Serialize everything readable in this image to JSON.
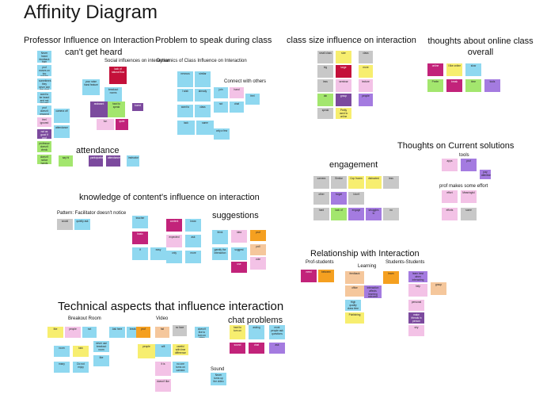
{
  "title": "Affinity  Diagram",
  "headings": {
    "prof_influence": "Professor Influence on Interaction",
    "cant_get_heard": "can't get heard",
    "social_influences": "Social influences on interaction",
    "attendance": "attendance",
    "problem_speak": "Problem to speak during class",
    "dynamics": "Dynamics of Class Influence on Interaction",
    "connect_others": "Connect with others",
    "class_size": "class size influence on interaction",
    "thoughts_online": "thoughts about online class overall",
    "thoughts_current": "Thoughts on Current solutions",
    "tools": "tools",
    "prof_effort": "prof makes some effort",
    "engagement": "engagement",
    "knowledge": "knowledge of content's influence on interaction",
    "pattern": "Pattern: Facilitator doesn't notice",
    "suggestions": "suggestions",
    "relationship": "Relationship with Interaction",
    "prof_students": "Prof-students",
    "learning": "Learning",
    "students_students": "Students-Students",
    "technical": "Technical aspects that influence interaction",
    "breakout": "Breakout Room",
    "video": "Video",
    "chat": "chat problems",
    "sound": "Sound"
  },
  "colors": {
    "yellow": "#f7ee6f",
    "blue": "#8fd8f0",
    "purple": "#7c4a9e",
    "magenta": "#c2237a",
    "red": "#c4103a",
    "violet": "#a47be0",
    "pink": "#f3c2e6",
    "green": "#a3e66e",
    "orange": "#f5a020",
    "gray": "#c8c8c8",
    "peach": "#f5c79c"
  },
  "notes": [
    {
      "c": "blue",
      "t": "Never heard feedback from professors"
    },
    {
      "c": "blue",
      "t": "prof moves on too quickly"
    },
    {
      "c": "blue",
      "t": "sometimes they never see the chat"
    },
    {
      "c": "blue",
      "t": "want to be heard and not ignored"
    },
    {
      "c": "blue",
      "t": "prof doesn't respond"
    },
    {
      "c": "pink",
      "t": "feel ignored"
    },
    {
      "c": "purple",
      "t": "not as good if prof never hears"
    },
    {
      "c": "green",
      "t": "professor doesn't check"
    },
    {
      "c": "green",
      "t": "doesn't notice hands"
    },
    {
      "c": "red",
      "t": "lack of natural flow"
    },
    {
      "c": "purple",
      "t": "awkward"
    },
    {
      "c": "blue",
      "t": "your raise hand feature"
    },
    {
      "c": "blue",
      "t": "breakout rooms"
    },
    {
      "c": "green",
      "t": "hard to speak"
    },
    {
      "c": "purple",
      "t": "bored"
    },
    {
      "c": "pink",
      "t": "fun"
    },
    {
      "c": "magenta",
      "t": "quiet"
    },
    {
      "c": "blue",
      "t": "camera off"
    },
    {
      "c": "blue",
      "t": "attendance"
    },
    {
      "c": "purple",
      "t": "participation"
    },
    {
      "c": "purple",
      "t": "attendance"
    },
    {
      "c": "blue",
      "t": "instructor"
    },
    {
      "c": "green",
      "t": "say hi"
    },
    {
      "c": "blue",
      "t": "nervous"
    },
    {
      "c": "blue",
      "t": "similar"
    },
    {
      "c": "blue",
      "t": "I wish"
    },
    {
      "c": "blue",
      "t": "already"
    },
    {
      "c": "blue",
      "t": "want to"
    },
    {
      "c": "blue",
      "t": "class"
    },
    {
      "c": "blue",
      "t": "lack"
    },
    {
      "c": "blue",
      "t": "same"
    },
    {
      "c": "blue",
      "t": "only a few"
    },
    {
      "c": "blue",
      "t": "join"
    },
    {
      "c": "pink",
      "t": "hand"
    },
    {
      "c": "blue",
      "t": "not"
    },
    {
      "c": "blue",
      "t": "chat"
    },
    {
      "c": "blue",
      "t": "feel"
    },
    {
      "c": "gray",
      "t": "small class"
    },
    {
      "c": "gray",
      "t": "big"
    },
    {
      "c": "yellow",
      "t": "size"
    },
    {
      "c": "red",
      "t": "large"
    },
    {
      "c": "gray",
      "t": "class"
    },
    {
      "c": "yellow",
      "t": "more"
    },
    {
      "c": "gray",
      "t": "less"
    },
    {
      "c": "pink",
      "t": "seminar"
    },
    {
      "c": "pink",
      "t": "lecture"
    },
    {
      "c": "green",
      "t": "lab"
    },
    {
      "c": "purple",
      "t": "group"
    },
    {
      "c": "violet",
      "t": "people"
    },
    {
      "c": "gray",
      "t": "speak"
    },
    {
      "c": "yellow",
      "t": "Pretty used to online"
    },
    {
      "c": "magenta",
      "t": "online"
    },
    {
      "c": "yellow",
      "t": "I like online"
    },
    {
      "c": "blue",
      "t": "slow"
    },
    {
      "c": "green",
      "t": "Prefer"
    },
    {
      "c": "magenta",
      "t": "break"
    },
    {
      "c": "green",
      "t": "time"
    },
    {
      "c": "violet",
      "t": "tools"
    },
    {
      "c": "pink",
      "t": "apps"
    },
    {
      "c": "violet",
      "t": "prof"
    },
    {
      "c": "pink",
      "t": "effort"
    },
    {
      "c": "pink",
      "t": "Meaningful"
    },
    {
      "c": "pink",
      "t": "efforts"
    },
    {
      "c": "gray",
      "t": "some"
    },
    {
      "c": "violet",
      "t": "pay attention"
    },
    {
      "c": "gray",
      "t": "camera"
    },
    {
      "c": "gray",
      "t": "Similar"
    },
    {
      "c": "yellow",
      "t": "Cop frozen"
    },
    {
      "c": "yellow",
      "t": "distracted"
    },
    {
      "c": "gray",
      "t": "less"
    },
    {
      "c": "gray",
      "t": "other"
    },
    {
      "c": "violet",
      "t": "forget"
    },
    {
      "c": "gray",
      "t": "I don't"
    },
    {
      "c": "gray",
      "t": "hard"
    },
    {
      "c": "green",
      "t": "lack of"
    },
    {
      "c": "violet",
      "t": "engage"
    },
    {
      "c": "violet",
      "t": "struggles to"
    },
    {
      "c": "gray",
      "t": "no"
    },
    {
      "c": "gray",
      "t": "would"
    },
    {
      "c": "blue",
      "t": "quietly ask"
    },
    {
      "c": "blue",
      "t": "teacher"
    },
    {
      "c": "magenta",
      "t": "basic"
    },
    {
      "c": "magenta",
      "t": "content"
    },
    {
      "c": "blue",
      "t": "know"
    },
    {
      "c": "pink",
      "t": "expected"
    },
    {
      "c": "blue",
      "t": "ask"
    },
    {
      "c": "blue",
      "t": "if"
    },
    {
      "c": "blue",
      "t": "easy"
    },
    {
      "c": "blue",
      "t": "only"
    },
    {
      "c": "blue",
      "t": "more"
    },
    {
      "c": "blue",
      "t": "think"
    },
    {
      "c": "pink",
      "t": "idea"
    },
    {
      "c": "blue",
      "t": "gamify the interaction"
    },
    {
      "c": "blue",
      "t": "suggest"
    },
    {
      "c": "orange",
      "t": "prof"
    },
    {
      "c": "peach",
      "t": "poll"
    },
    {
      "c": "magenta",
      "t": "use"
    },
    {
      "c": "pink",
      "t": "vote"
    },
    {
      "c": "magenta",
      "t": "need"
    },
    {
      "c": "orange",
      "t": "between"
    },
    {
      "c": "peach",
      "t": "feedback"
    },
    {
      "c": "peach",
      "t": "office"
    },
    {
      "c": "violet",
      "t": "interaction affects learning outcome"
    },
    {
      "c": "blue",
      "t": "High quality class time"
    },
    {
      "c": "yellow",
      "t": "Publishing"
    },
    {
      "c": "orange",
      "t": "learn"
    },
    {
      "c": "violet",
      "t": "learn best when interacting"
    },
    {
      "c": "pink",
      "t": "help"
    },
    {
      "c": "pink",
      "t": "personal"
    },
    {
      "c": "purple",
      "t": "make friends in person"
    },
    {
      "c": "pink",
      "t": "shy"
    },
    {
      "c": "peach",
      "t": "group"
    },
    {
      "c": "yellow",
      "t": "like"
    },
    {
      "c": "pink",
      "t": "people"
    },
    {
      "c": "blue",
      "t": "not"
    },
    {
      "c": "blue",
      "t": "room"
    },
    {
      "c": "yellow",
      "t": "kick"
    },
    {
      "c": "blue",
      "t": "never use breakout room"
    },
    {
      "c": "blue",
      "t": "many"
    },
    {
      "c": "blue",
      "t": "Do not enjoy"
    },
    {
      "c": "blue",
      "t": "like"
    },
    {
      "c": "blue",
      "t": "Ask here"
    },
    {
      "c": "blue",
      "t": "breakout"
    },
    {
      "c": "orange",
      "t": "prof"
    },
    {
      "c": "peach",
      "t": "fail"
    },
    {
      "c": "gray",
      "t": "no face"
    },
    {
      "c": "yellow",
      "t": "people"
    },
    {
      "c": "blue",
      "t": "wifi"
    },
    {
      "c": "yellow",
      "t": "careful with time difference"
    },
    {
      "c": "pink",
      "t": "It is"
    },
    {
      "c": "pink",
      "t": "doesn't like"
    },
    {
      "c": "blue",
      "t": "no one turns on camera"
    },
    {
      "c": "blue",
      "t": "doesn't like to turn on video"
    },
    {
      "c": "blue",
      "t": "Never turns up the video"
    },
    {
      "c": "yellow",
      "t": "hard to turn on"
    },
    {
      "c": "blue",
      "t": "asking"
    },
    {
      "c": "magenta",
      "t": "sound"
    },
    {
      "c": "magenta",
      "t": "chat"
    },
    {
      "c": "blue",
      "t": "most people ask questions"
    },
    {
      "c": "violet",
      "t": "ask"
    },
    {
      "c": "orange",
      "t": "chat"
    },
    {
      "c": "pink",
      "t": "type"
    },
    {
      "c": "violet",
      "t": "read"
    }
  ]
}
